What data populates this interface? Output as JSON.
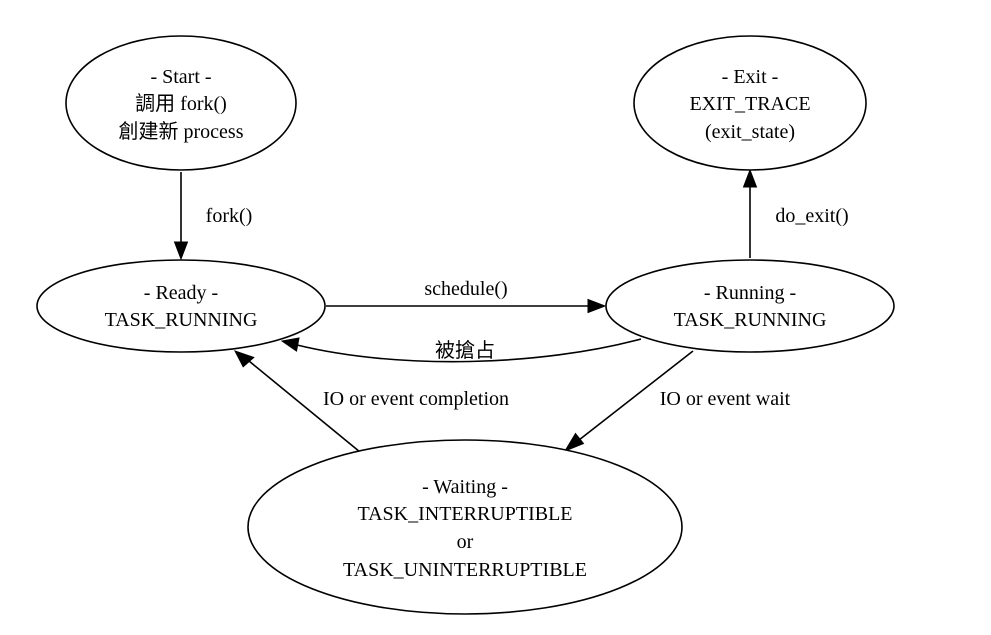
{
  "nodes": {
    "start": {
      "lines": [
        "- Start -",
        "調用 fork()",
        "創建新 process"
      ]
    },
    "exit": {
      "lines": [
        "- Exit -",
        "EXIT_TRACE",
        "(exit_state)"
      ]
    },
    "ready": {
      "lines": [
        "- Ready -",
        "TASK_RUNNING"
      ]
    },
    "running": {
      "lines": [
        "- Running -",
        "TASK_RUNNING"
      ]
    },
    "waiting": {
      "lines": [
        "- Waiting -",
        "TASK_INTERRUPTIBLE",
        "or",
        "TASK_UNINTERRUPTIBLE"
      ]
    }
  },
  "edges": {
    "fork": "fork()",
    "do_exit": "do_exit()",
    "schedule": "schedule()",
    "preempt": "被搶占",
    "io_completion": "IO or event completion",
    "io_wait": "IO or event wait"
  }
}
